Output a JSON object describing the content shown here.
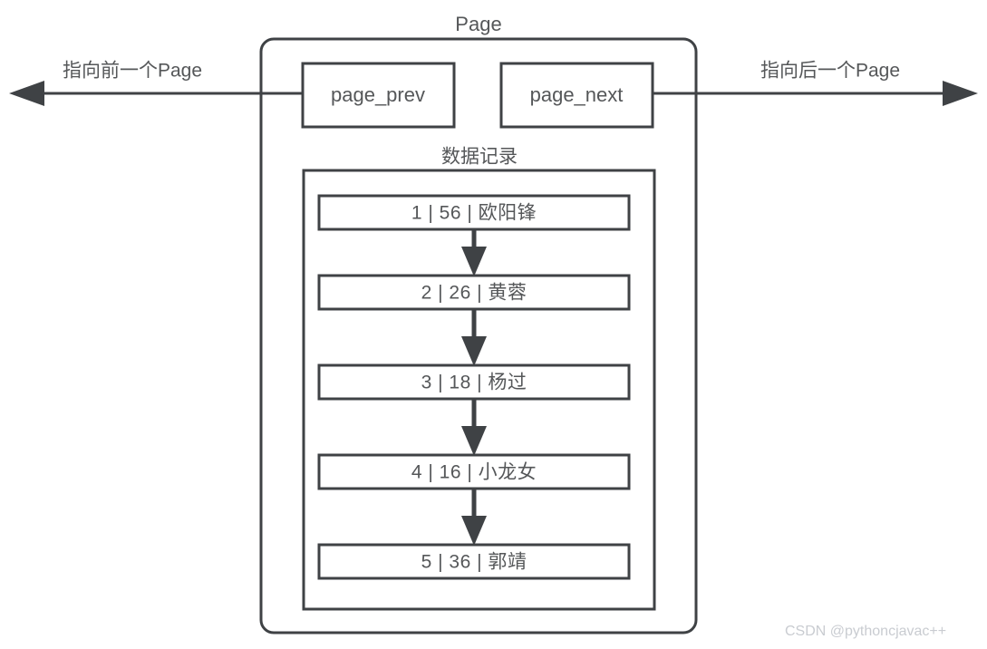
{
  "diagram": {
    "title": "Page",
    "outer_box_name": "Page",
    "left_arrow_caption": "指向前一个Page",
    "right_arrow_caption": "指向后一个Page",
    "pointers": [
      {
        "id": "page_prev",
        "label": "page_prev"
      },
      {
        "id": "page_next",
        "label": "page_next"
      }
    ],
    "records_group_label": "数据记录",
    "records": [
      {
        "id": "1",
        "value": "56",
        "name": "欧阳锋",
        "text": "1 | 56 | 欧阳锋"
      },
      {
        "id": "2",
        "value": "26",
        "name": "黄蓉",
        "text": "2 | 26 | 黄蓉"
      },
      {
        "id": "3",
        "value": "18",
        "name": "杨过",
        "text": "3 | 18 | 杨过"
      },
      {
        "id": "4",
        "value": "16",
        "name": "小龙女",
        "text": "4 | 16 | 小龙女"
      },
      {
        "id": "5",
        "value": "36",
        "name": "郭靖",
        "text": "5 | 36 | 郭靖"
      }
    ],
    "colors": {
      "stroke": "#3f4245",
      "text": "#555759",
      "background": "#ffffff",
      "watermark": "#c9ccd1"
    }
  },
  "watermark": "CSDN @pythoncjavac++"
}
